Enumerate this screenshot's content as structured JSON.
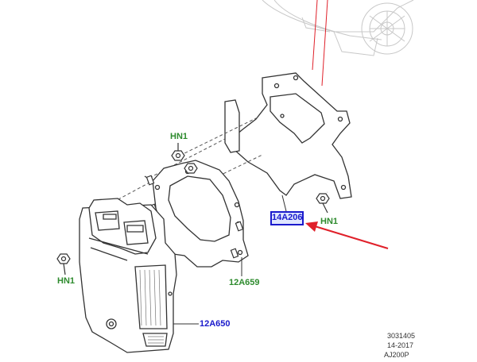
{
  "labels": {
    "hn1_top": "HN1",
    "hn1_right": "HN1",
    "hn1_left": "HN1",
    "part_12a659": "12A659",
    "part_14a206": "14A206",
    "part_12a650": "12A650"
  },
  "footer": {
    "line1": "3031405",
    "line2": "14-2017",
    "line3": "AJ200P"
  },
  "colors": {
    "fastener_label": "#2e8b2e",
    "part_label": "#1a1acc",
    "arrow": "#e0202a",
    "highlight": "#1a1acc",
    "line": "#333333"
  }
}
